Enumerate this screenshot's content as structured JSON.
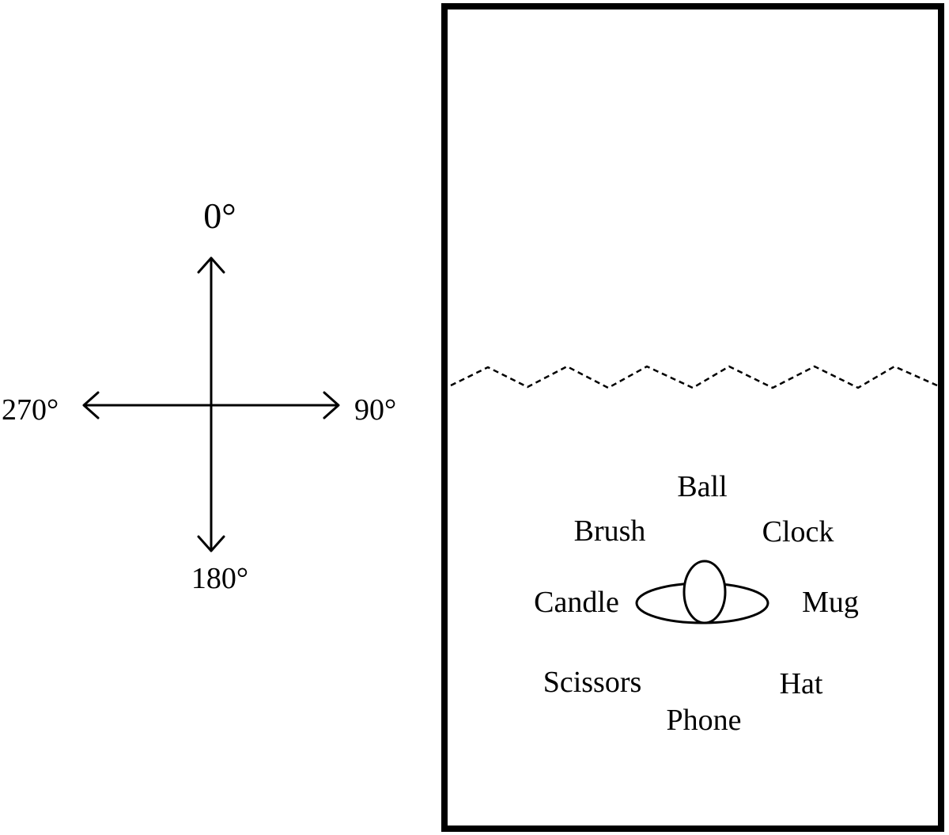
{
  "compass": {
    "up_label": "0°",
    "right_label": "90°",
    "down_label": "180°",
    "left_label": "270°"
  },
  "room": {
    "objects": {
      "ball": "Ball",
      "brush": "Brush",
      "clock": "Clock",
      "candle": "Candle",
      "mug": "Mug",
      "scissors": "Scissors",
      "hat": "Hat",
      "phone": "Phone"
    },
    "observer_icon": "person-top-view-icon"
  }
}
